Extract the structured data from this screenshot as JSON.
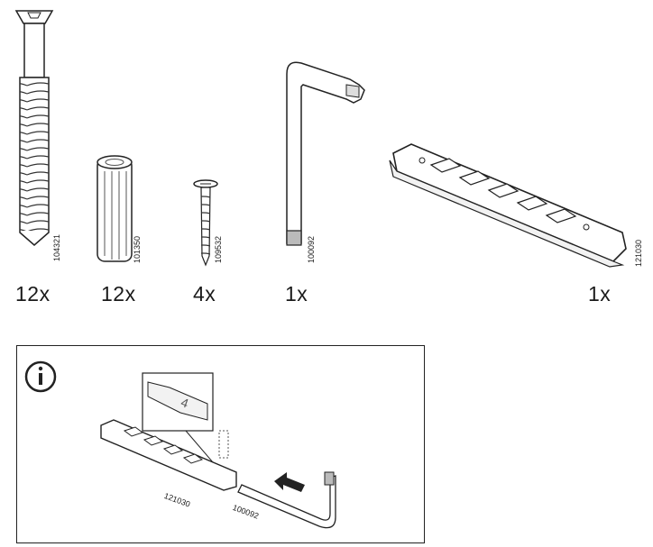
{
  "parts": [
    {
      "part_number": "104321",
      "quantity": "12x",
      "icon": "long-screw-icon"
    },
    {
      "part_number": "101350",
      "quantity": "12x",
      "icon": "wooden-dowel-icon"
    },
    {
      "part_number": "109532",
      "quantity": "4x",
      "icon": "small-screw-icon"
    },
    {
      "part_number": "100092",
      "quantity": "1x",
      "icon": "allen-key-icon"
    },
    {
      "part_number": "121030",
      "quantity": "1x",
      "icon": "rail-bracket-icon"
    }
  ],
  "info_panel": {
    "icon": "info-icon",
    "rail_label": "121030",
    "key_label": "100092",
    "detail_number": "4"
  }
}
